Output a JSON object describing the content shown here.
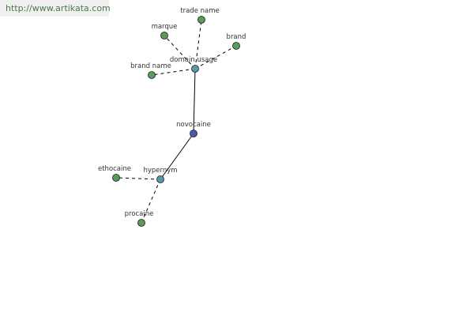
{
  "site": {
    "url": "http://www.artikata.com"
  },
  "colors": {
    "leaf": "#5a9a5a",
    "relation": "#5a9aa8",
    "center": "#4a5aa8",
    "edge": "#000000",
    "url_text": "#4a7a4a"
  },
  "graph": {
    "nodes": [
      {
        "id": "novocaine",
        "label": "novocaine",
        "kind": "center"
      },
      {
        "id": "domain_usage",
        "label": "domain usage",
        "kind": "relation"
      },
      {
        "id": "hypernym",
        "label": "hypernym",
        "kind": "relation"
      },
      {
        "id": "trade_name",
        "label": "trade name",
        "kind": "leaf"
      },
      {
        "id": "marque",
        "label": "marque",
        "kind": "leaf"
      },
      {
        "id": "brand",
        "label": "brand",
        "kind": "leaf"
      },
      {
        "id": "brand_name",
        "label": "brand name",
        "kind": "leaf"
      },
      {
        "id": "ethocaine",
        "label": "ethocaine",
        "kind": "leaf"
      },
      {
        "id": "procaine",
        "label": "procaine",
        "kind": "leaf"
      }
    ],
    "edges": [
      {
        "from": "novocaine",
        "to": "domain_usage",
        "style": "solid"
      },
      {
        "from": "novocaine",
        "to": "hypernym",
        "style": "solid"
      },
      {
        "from": "domain_usage",
        "to": "trade_name",
        "style": "dashed"
      },
      {
        "from": "domain_usage",
        "to": "marque",
        "style": "dashed"
      },
      {
        "from": "domain_usage",
        "to": "brand",
        "style": "dashed"
      },
      {
        "from": "domain_usage",
        "to": "brand_name",
        "style": "dashed"
      },
      {
        "from": "hypernym",
        "to": "ethocaine",
        "style": "dashed"
      },
      {
        "from": "hypernym",
        "to": "procaine",
        "style": "dashed"
      }
    ]
  }
}
